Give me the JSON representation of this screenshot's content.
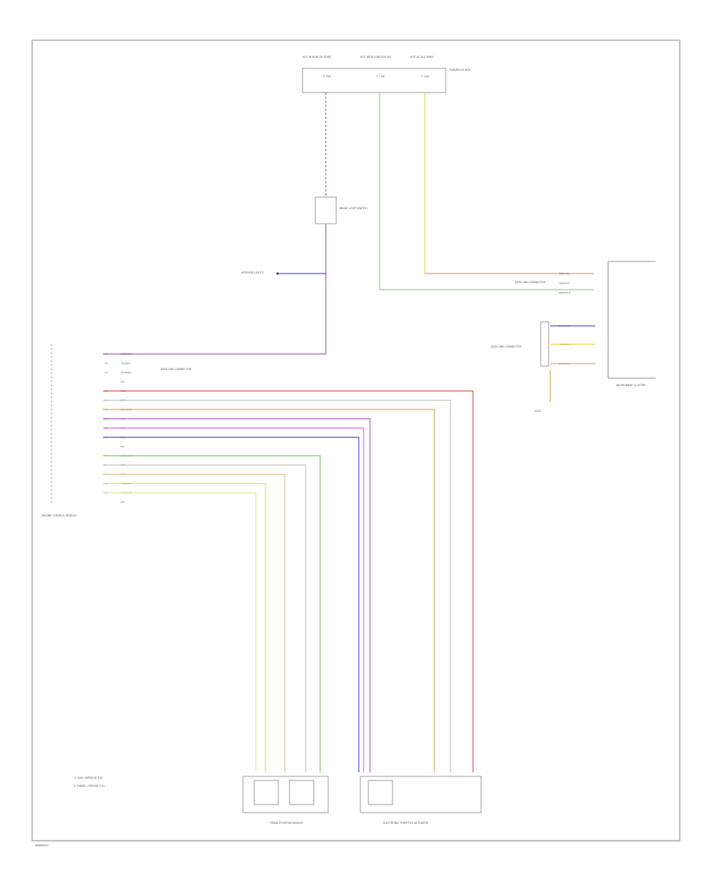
{
  "diagram": {
    "fuses": [
      {
        "label": "HOT IN RUN OR START",
        "sub": "F 10A"
      },
      {
        "label": "HOT WITH IGNITION ON",
        "sub": "F 7.5A"
      },
      {
        "label": "HOT AT ALL TIMES",
        "sub": "F 10A"
      }
    ],
    "fuse_box_label": "FUSE/RELAY BOX",
    "relay_label": "BRAKE LIGHT SWITCH",
    "ground_label": "INTERIOR LIGHTS",
    "left_module": {
      "label": "ENGINE CONTROL MODULE",
      "pins": [
        {
          "pin": "42",
          "color": "VIO/ORN"
        },
        {
          "pin": "43",
          "color": "YEL/BLK"
        },
        {
          "pin": "44",
          "color": "YEL/BRN"
        },
        {
          "pin": "",
          "color": "B/C"
        },
        {
          "pin": "18",
          "color": "RED"
        },
        {
          "pin": "23",
          "color": "GRY"
        },
        {
          "pin": "17",
          "color": "BRN/ORN"
        },
        {
          "pin": "16",
          "color": "VIO"
        },
        {
          "pin": "22",
          "color": "PNK"
        },
        {
          "pin": "41",
          "color": "BLU"
        },
        {
          "pin": "",
          "color": "B/C"
        },
        {
          "pin": "7",
          "color": "GRN/WHT"
        },
        {
          "pin": "8",
          "color": "GRY"
        },
        {
          "pin": "9",
          "color": "TAN"
        },
        {
          "pin": "10",
          "color": "YEL/BRN"
        },
        {
          "pin": "11",
          "color": "YEL/WHT"
        },
        {
          "pin": "",
          "color": "B/C"
        }
      ],
      "side_note": "DATA LINK CONNECTOR"
    },
    "right_module": {
      "label": "INSTRUMENT CLUSTER",
      "pins": [
        {
          "color": "RED/YEL"
        },
        {
          "color": "GRN/VIO"
        },
        {
          "color": "BRN/WHT"
        },
        {
          "color": "BLU/WHT"
        },
        {
          "color": "YEL/BRN"
        },
        {
          "color": "BRN/BLK"
        }
      ],
      "labels": [
        "DATA LINK CONNECTOR",
        "DATA LINK CONNECTOR"
      ],
      "ground": "G102"
    },
    "bottom": {
      "left_label": "PEDAL POSITION SENSOR",
      "right_label": "ELECTRONIC THROTTLE ACTUATOR"
    },
    "notes": [
      "1: GAS / APERIOD 3.0L",
      "2: DIESEL / PERIOD 3.0L"
    ],
    "footer": "BMW0003"
  },
  "colors": {
    "red_yel": "#e8a0a0",
    "green": "#9ad38a",
    "yellow": "#e8e04a",
    "violet": "#b06ac0",
    "red": "#e85c5c",
    "grey": "#c8c8c8",
    "brown_orange": "#d9b060",
    "pink": "#f070e8",
    "blue": "#5a5af0",
    "green_white": "#8ccc6a",
    "tan": "#e0c890",
    "yellow_brown": "#e8e070",
    "yellow_white": "#e8e8a8"
  }
}
